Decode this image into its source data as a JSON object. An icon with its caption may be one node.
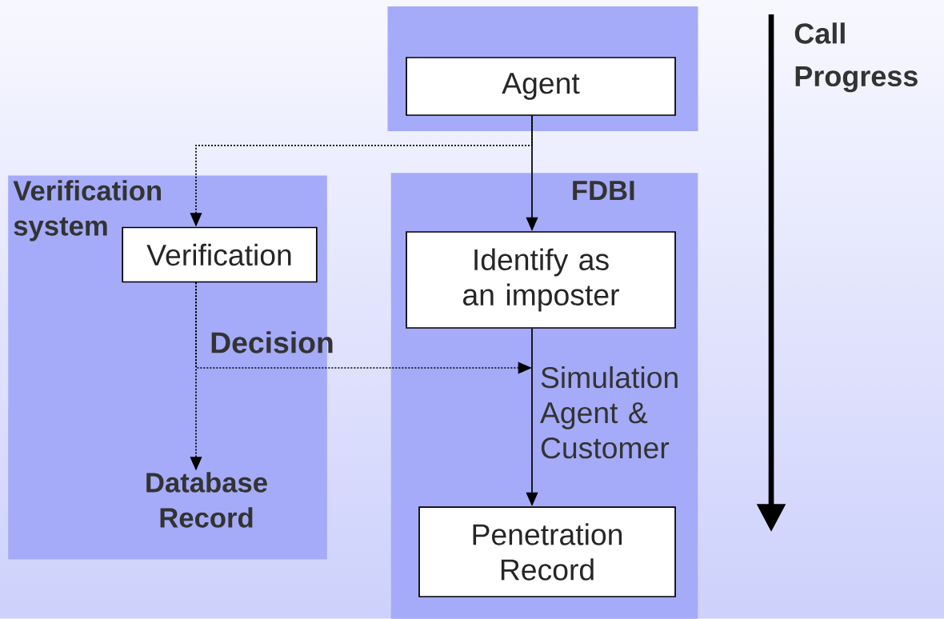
{
  "diagram": {
    "nodes": [
      {
        "text": [],
        "shape": "box"
      },
      {
        "text": [
          "Agent"
        ],
        "in": 0
      },
      {
        "text": [
          "Verification system"
        ]
      },
      {
        "text": [
          "Verification"
        ],
        "in": 2
      },
      {
        "text": [
          "Database Record"
        ],
        "in": 2
      },
      {
        "text": [
          "FDBI"
        ]
      },
      {
        "text": [
          "Identify as an imposter"
        ],
        "in": 5
      },
      {
        "text": [
          "Penetration Record"
        ],
        "in": 5
      }
    ],
    "edges": [
      {
        "from": 1,
        "to": 6,
        "arrow": "to"
      },
      {
        "from": 1,
        "to": 3,
        "arrow": "to",
        "style": "dashed"
      },
      {
        "from": 3,
        "to": 4,
        "arrow": "to",
        "style": "dashed"
      },
      {
        "from": 3,
        "to": null,
        "arrow": "to",
        "style": "dashed",
        "label": "Decision"
      },
      {
        "from": 6,
        "to": 7,
        "arrow": "to",
        "label": "Simulation Agent & Customer"
      }
    ],
    "labels": [
      "Call Progress"
    ]
  }
}
